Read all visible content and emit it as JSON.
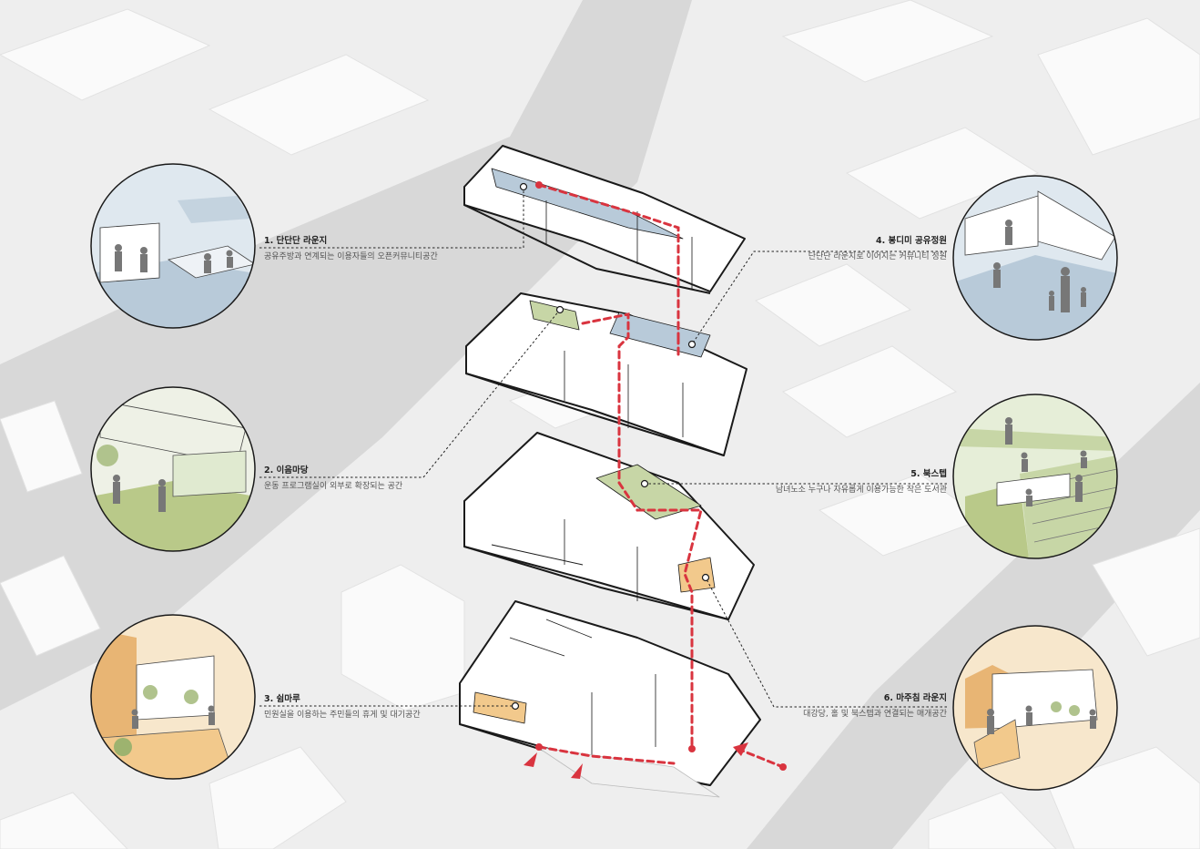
{
  "callouts": [
    {
      "id": 1,
      "title": "1. 단단단 라운지",
      "description": "공유주방과 연계되는 이용자들의 오픈커뮤니티공간",
      "theme": "blue",
      "side": "left"
    },
    {
      "id": 2,
      "title": "2. 이음마당",
      "description": "운동 프로그램실이 외부로 확장되는 공간",
      "theme": "green",
      "side": "left"
    },
    {
      "id": 3,
      "title": "3. 쉼마루",
      "description": "민원실을 이용하는 주민들의 휴게 및 대기공간",
      "theme": "orange",
      "side": "left"
    },
    {
      "id": 4,
      "title": "4. 봉디미 공유정원",
      "description": "단단단 라운지로 이어지는 커뮤니티 정원",
      "theme": "blue",
      "side": "right"
    },
    {
      "id": 5,
      "title": "5. 북스텝",
      "description": "남녀노소 누구나 자유롭게 이용가능한 작은 도서관",
      "theme": "green",
      "side": "right"
    },
    {
      "id": 6,
      "title": "6. 마주침 라운지",
      "description": "대강당, 홀 및 북스텝과 연결되는 매개공간",
      "theme": "orange",
      "side": "right"
    }
  ],
  "colors": {
    "background": "#eeeeee",
    "building": "#ffffff",
    "circulation": "#d9343f",
    "blue_zone": "#b8cad9",
    "green_zone": "#c7d6a6",
    "orange_zone": "#f2c98c",
    "blue_circle": "#dfe8ef",
    "green_circle": "#e6eed8",
    "orange_circle": "#f7e7cc",
    "line": "#1a1a1a"
  }
}
